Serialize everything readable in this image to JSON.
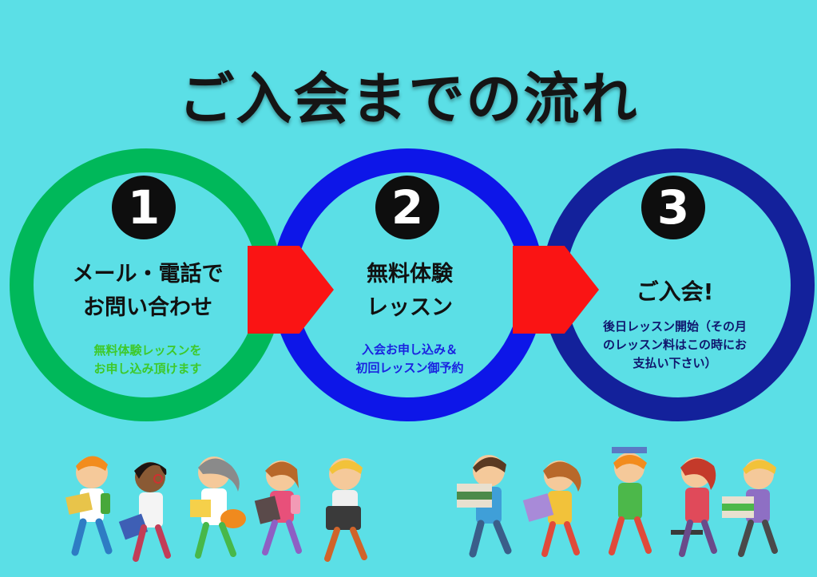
{
  "title": "ご入会までの流れ",
  "steps": [
    {
      "number": "1",
      "title_line1": "メール・電話で",
      "title_line2": "お問い合わせ",
      "desc_line1": "無料体験レッスンを",
      "desc_line2": "お申し込み頂けます"
    },
    {
      "number": "2",
      "title_line1": "無料体験",
      "title_line2": "レッスン",
      "desc_line1": "入会お申し込み＆",
      "desc_line2": "初回レッスン御予約"
    },
    {
      "number": "3",
      "title_line1": "ご入会!",
      "desc_line1": "後日レッスン開始（その月",
      "desc_line2": "のレッスン料はこの時にお",
      "desc_line3": "支払い下さい）"
    }
  ],
  "colors": {
    "background": "#5BDFE6",
    "ring1": "#00B85A",
    "ring2": "#0D16E8",
    "ring3": "#13219B",
    "arrow": "#FA1414"
  }
}
